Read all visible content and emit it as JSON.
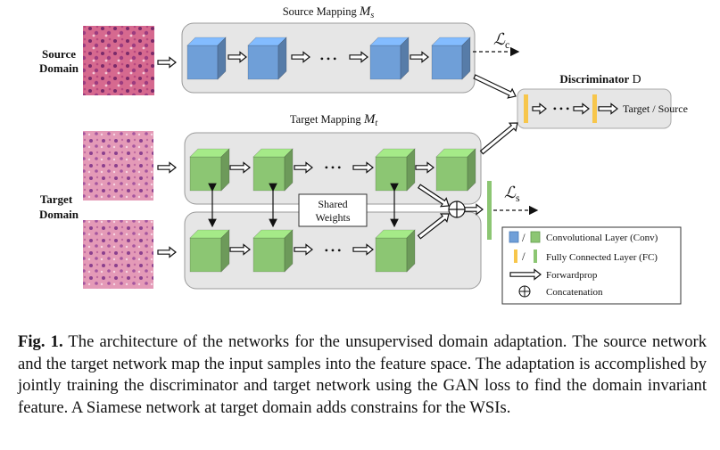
{
  "diagram": {
    "source_mapping_label": "Source Mapping",
    "source_mapping_symbol": "M",
    "source_mapping_sub": "s",
    "target_mapping_label": "Target Mapping",
    "target_mapping_symbol": "M",
    "target_mapping_sub": "t",
    "source_domain_line1": "Source",
    "source_domain_line2": "Domain",
    "target_domain_line1": "Target",
    "target_domain_line2": "Domain",
    "ellipsis": "• • •",
    "loss_c_symbol": "ℒ",
    "loss_c_sub": "c",
    "loss_s_symbol": "ℒ",
    "loss_s_sub": "s",
    "discriminator_label": "Discriminator",
    "discriminator_symbol": "D",
    "discriminator_output": "Target / Source",
    "shared_weights_line1": "Shared",
    "shared_weights_line2": "Weights",
    "concat_symbol": "⊕",
    "legend": {
      "conv": "Convolutional Layer (Conv)",
      "fc": "Fully Connected Layer (FC)",
      "forward": "Forwardprop",
      "concat": "Concatenation",
      "slash": "/"
    },
    "colors": {
      "source_cube": "#6f9fd8",
      "target_cube": "#8cc673",
      "fc_yellow": "#f7c64b",
      "fc_green": "#8cc673",
      "panel_fill": "#e6e6e6"
    }
  },
  "caption": {
    "label": "Fig. 1.",
    "text": " The architecture of the networks for the unsupervised domain adaptation. The source network and the target network map the input samples into the feature space. The adaptation is accomplished by jointly training the discriminator and target network using the GAN loss to find the domain invariant feature. A Siamese network at target domain adds constrains for the WSIs."
  }
}
